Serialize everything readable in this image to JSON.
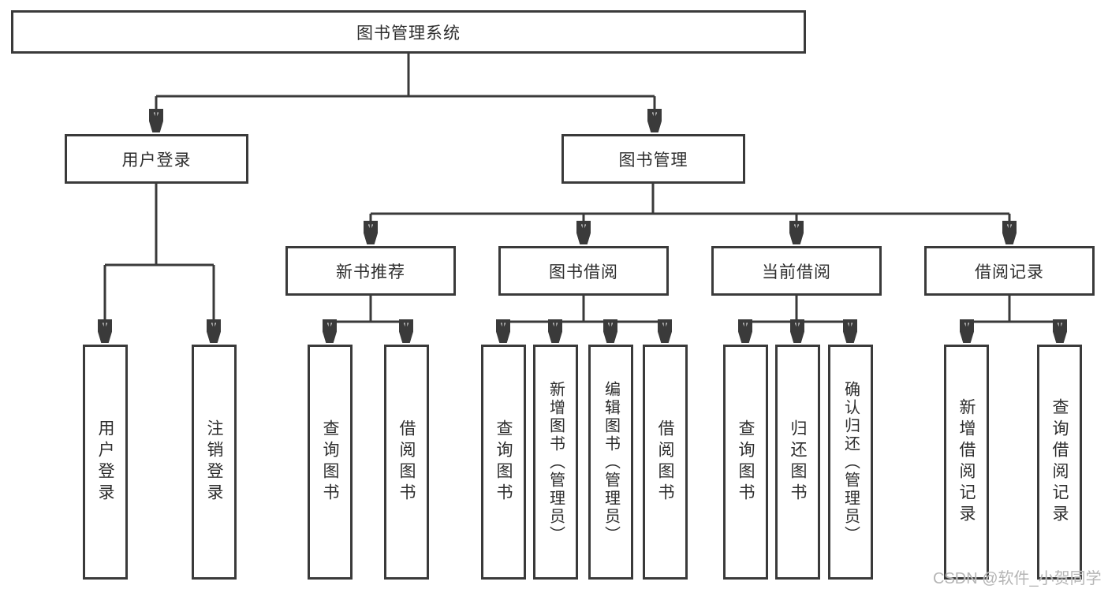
{
  "diagram_type": "hierarchy-tree",
  "tree": {
    "label": "图书管理系统",
    "children": [
      {
        "label": "用户登录",
        "children": [
          {
            "label": "用户登录"
          },
          {
            "label": "注销登录"
          }
        ]
      },
      {
        "label": "图书管理",
        "children": [
          {
            "label": "新书推荐",
            "children": [
              {
                "label": "查询图书"
              },
              {
                "label": "借阅图书"
              }
            ]
          },
          {
            "label": "图书借阅",
            "children": [
              {
                "label": "查询图书"
              },
              {
                "label": "新增图书（管理员）"
              },
              {
                "label": "编辑图书（管理员）"
              },
              {
                "label": "借阅图书"
              }
            ]
          },
          {
            "label": "当前借阅",
            "children": [
              {
                "label": "查询图书"
              },
              {
                "label": "归还图书"
              },
              {
                "label": "确认归还（管理员）"
              }
            ]
          },
          {
            "label": "借阅记录",
            "children": [
              {
                "label": "新增借阅记录"
              },
              {
                "label": "查询借阅记录"
              }
            ]
          }
        ]
      }
    ]
  },
  "watermark": {
    "text": "CSDN @软件_小贺同学"
  },
  "colors": {
    "line": "#3a3a3a",
    "text": "#2d2d2d",
    "background": "#ffffff",
    "watermark": "#b5b5b5"
  }
}
